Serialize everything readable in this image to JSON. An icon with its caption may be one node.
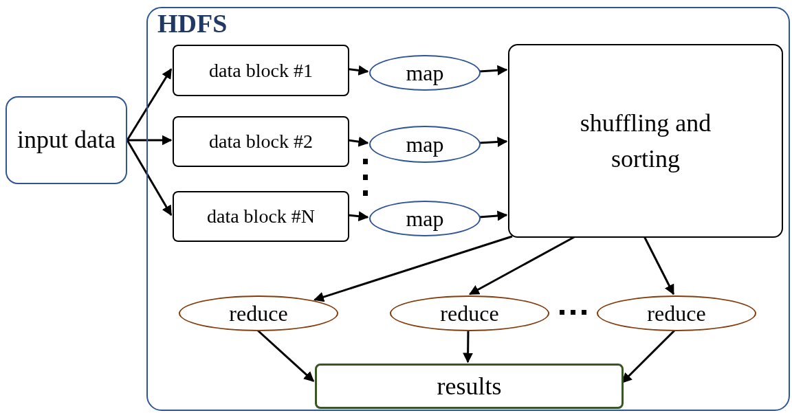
{
  "diagram": {
    "nodes": [
      {
        "text": [
          "HDFS"
        ]
      },
      {
        "text": [
          "input data"
        ]
      },
      {
        "text": [
          "data block #1"
        ],
        "in": 0
      },
      {
        "text": [
          "data block #2"
        ],
        "in": 0
      },
      {
        "text": [
          "data block #N"
        ],
        "in": 0
      },
      {
        "text": [
          "map"
        ],
        "in": 0
      },
      {
        "text": [
          "map"
        ],
        "in": 0
      },
      {
        "text": [
          "map"
        ],
        "in": 0
      },
      {
        "text": [
          "shuffling and sorting"
        ],
        "in": 0
      },
      {
        "text": [
          "reduce"
        ],
        "in": 0
      },
      {
        "text": [
          "reduce"
        ],
        "in": 0
      },
      {
        "text": [
          "reduce"
        ],
        "in": 0
      },
      {
        "text": [
          "results"
        ],
        "in": 0
      }
    ],
    "edges": [
      {
        "from": 1,
        "to": 2,
        "arrow": "to"
      },
      {
        "from": 1,
        "to": 3,
        "arrow": "to"
      },
      {
        "from": 1,
        "to": 4,
        "arrow": "to"
      },
      {
        "from": 2,
        "to": 5,
        "arrow": "to"
      },
      {
        "from": 3,
        "to": 6,
        "arrow": "to"
      },
      {
        "from": 4,
        "to": 7,
        "arrow": "to"
      },
      {
        "from": 5,
        "to": 8,
        "arrow": "to"
      },
      {
        "from": 6,
        "to": 8,
        "arrow": "to"
      },
      {
        "from": 7,
        "to": 8,
        "arrow": "to"
      },
      {
        "from": 8,
        "to": 9,
        "arrow": "to"
      },
      {
        "from": 8,
        "to": 10,
        "arrow": "to"
      },
      {
        "from": 8,
        "to": 11,
        "arrow": "to"
      },
      {
        "from": 9,
        "to": 12,
        "arrow": "to"
      },
      {
        "from": 10,
        "to": 12,
        "arrow": "to"
      },
      {
        "from": 11,
        "to": 12,
        "arrow": "to"
      }
    ]
  }
}
